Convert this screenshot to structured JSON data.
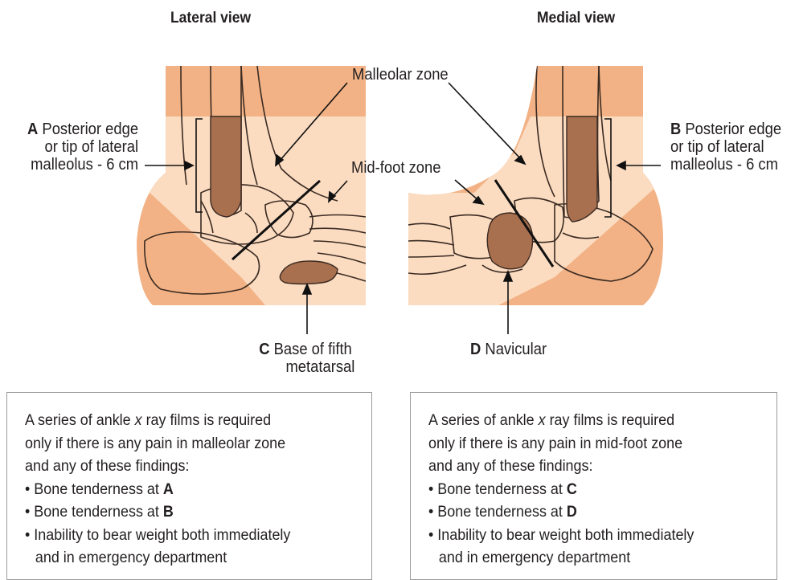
{
  "lateral": {
    "title": "Lateral view",
    "label_a_letter": "A",
    "label_a_line1": " Posterior edge",
    "label_a_line2": "or tip of lateral",
    "label_a_line3": "malleolus - 6 cm",
    "label_c_letter": "C",
    "label_c_line1": " Base of fifth",
    "label_c_line2": "metatarsal"
  },
  "medial": {
    "title": "Medial view",
    "label_b_letter": "B",
    "label_b_line1": " Posterior edge",
    "label_b_line2": "or tip of lateral",
    "label_b_line3": "malleolus - 6 cm",
    "label_d_letter": "D",
    "label_d_line1": " Navicular"
  },
  "zones": {
    "malleolar": "Malleolar zone",
    "midfoot": "Mid-foot zone"
  },
  "rule_left": {
    "line1": "A series of ankle ",
    "line1_italic": "x",
    "line1_rest": " ray films is required",
    "line2": "only if there is any pain in malleolar zone",
    "line3": "and any of these findings:",
    "bullet1_text": "Bone tenderness at ",
    "bullet1_letter": "A",
    "bullet2_text": "Bone tenderness at ",
    "bullet2_letter": "B",
    "bullet3_line1": "Inability to bear weight both immediately",
    "bullet3_line2": "and in emergency department"
  },
  "rule_right": {
    "line1": "A series of ankle ",
    "line1_italic": "x",
    "line1_rest": " ray films is required",
    "line2": "only if there is any pain in mid-foot zone",
    "line3": "and any of these findings:",
    "bullet1_text": "Bone tenderness at ",
    "bullet1_letter": "C",
    "bullet2_text": "Bone tenderness at ",
    "bullet2_letter": "D",
    "bullet3_line1": "Inability to bear weight both immediately",
    "bullet3_line2": "and in emergency department"
  },
  "colors": {
    "skin_dark": "#f2b285",
    "skin_light": "#fbdcc1",
    "bone_mark": "#a9704f",
    "outline": "#3a2a22"
  }
}
